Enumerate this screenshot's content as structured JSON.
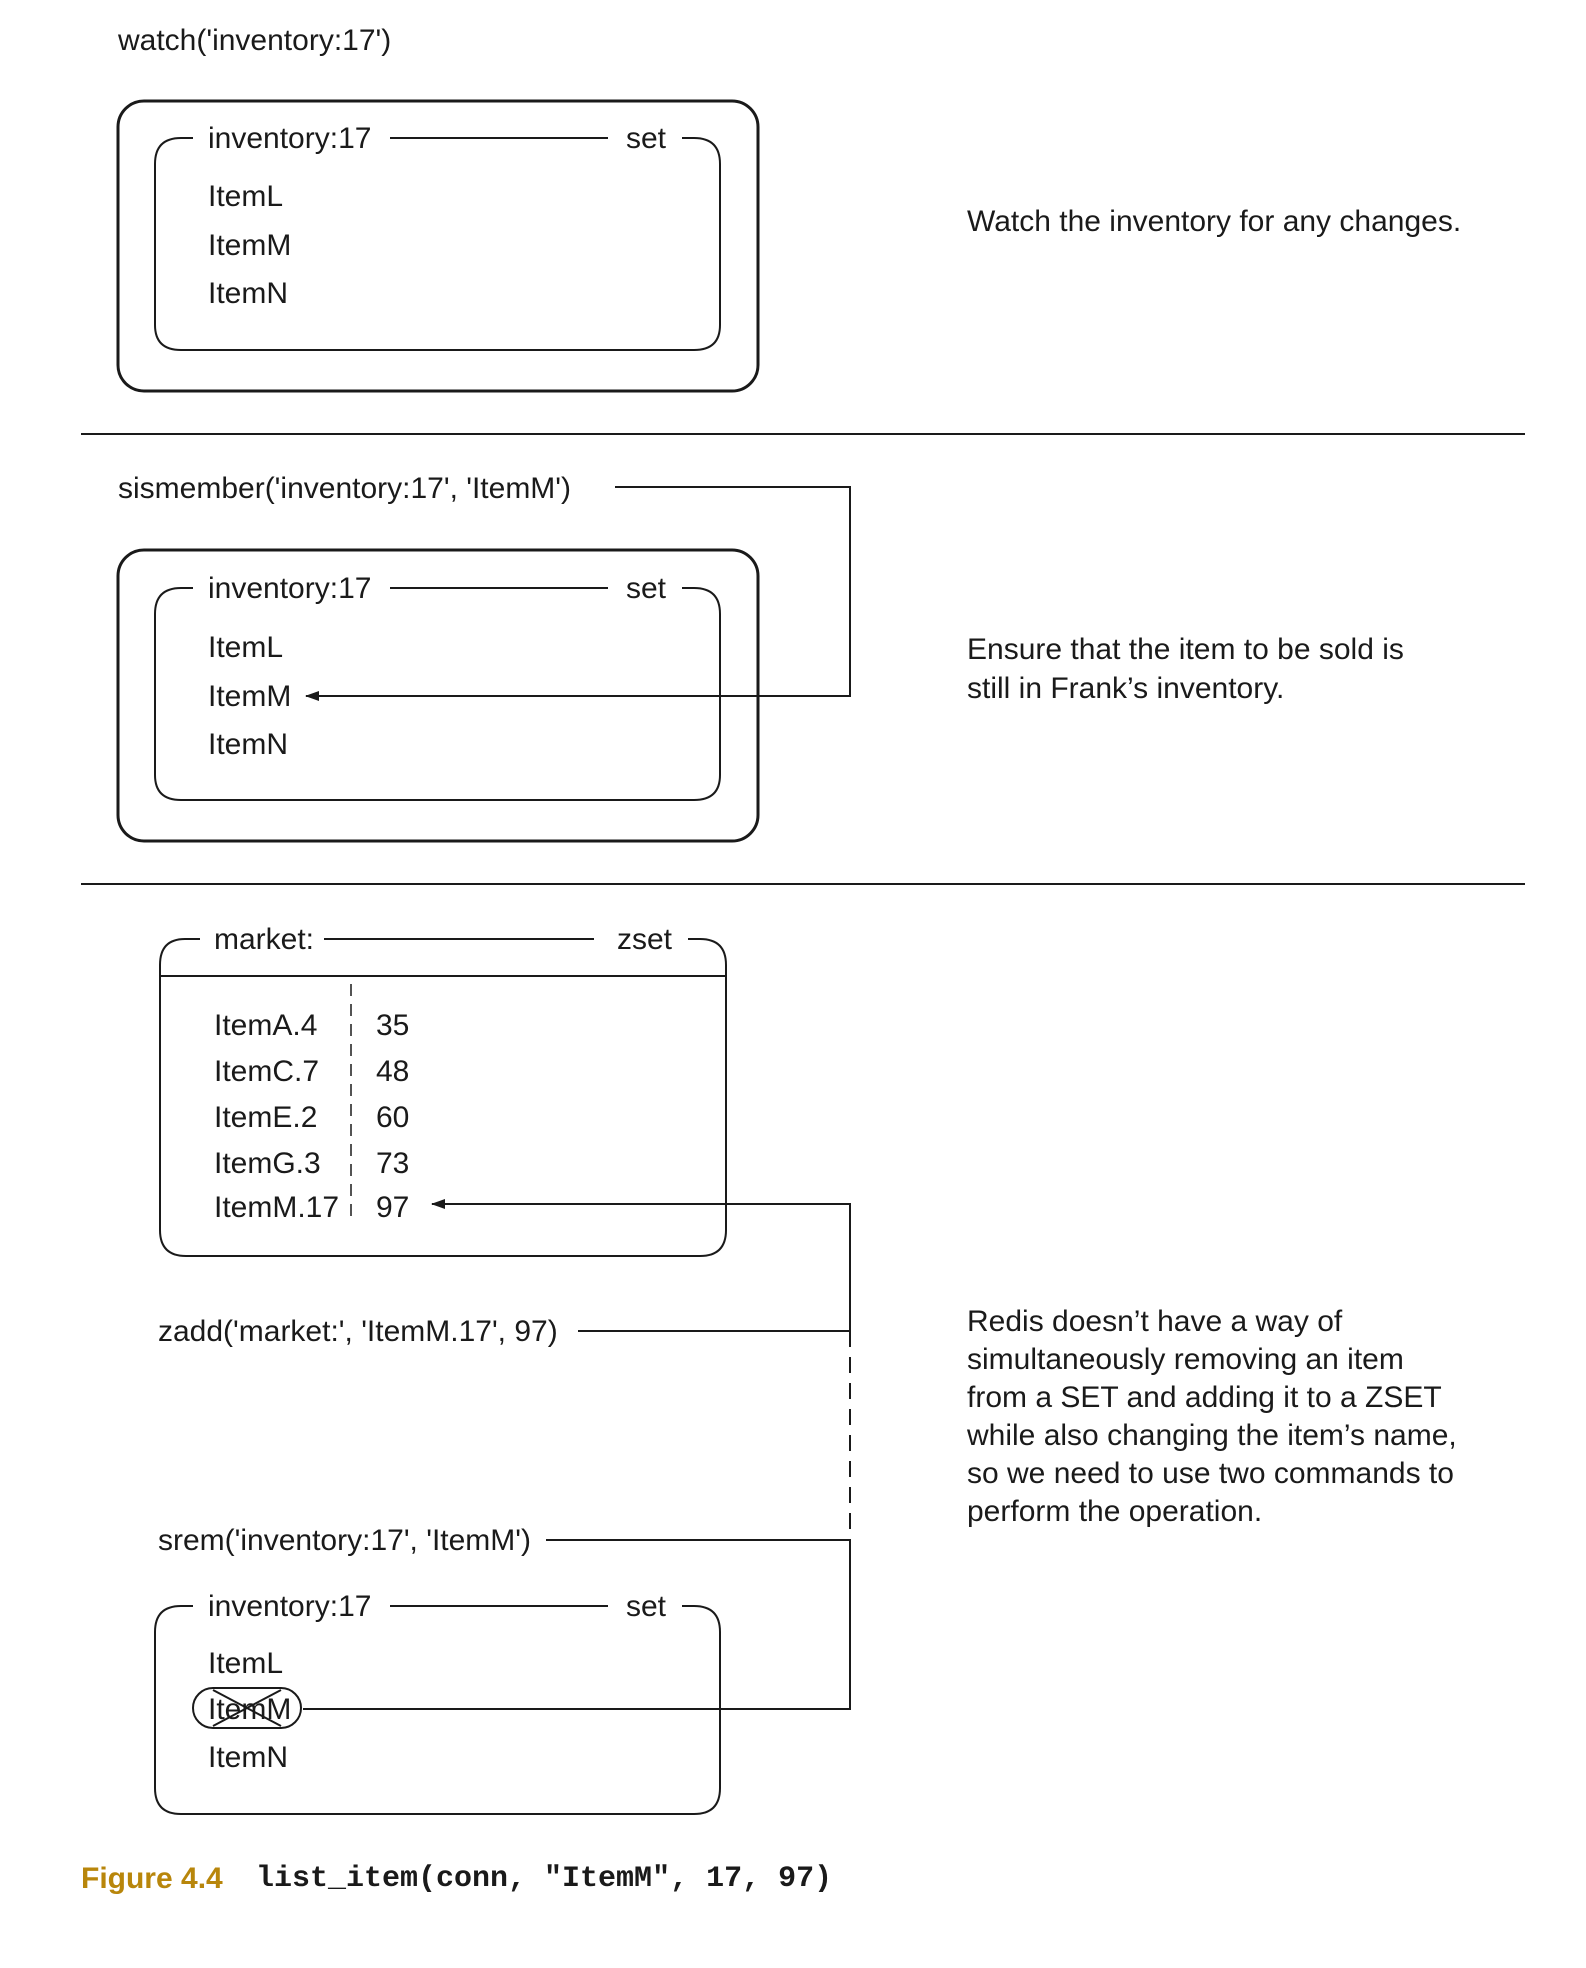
{
  "step1": {
    "command": "watch('inventory:17')",
    "key": "inventory:17",
    "type": "set",
    "items": [
      "ItemL",
      "ItemM",
      "ItemN"
    ],
    "note": "Watch the inventory for any changes."
  },
  "step2": {
    "command": "sismember('inventory:17', 'ItemM')",
    "key": "inventory:17",
    "type": "set",
    "items": [
      "ItemL",
      "ItemM",
      "ItemN"
    ],
    "note_lines": [
      "Ensure that the item to be sold is",
      "still in Frank’s inventory."
    ]
  },
  "step3": {
    "market_key": "market:",
    "market_type": "zset",
    "market_members": [
      "ItemA.4",
      "ItemC.7",
      "ItemE.2",
      "ItemG.3",
      "ItemM.17"
    ],
    "market_scores": [
      "35",
      "48",
      "60",
      "73",
      "97"
    ],
    "zadd_command": "zadd('market:', 'ItemM.17', 97)",
    "srem_command": "srem('inventory:17', 'ItemM')",
    "key": "inventory:17",
    "type": "set",
    "items": [
      "ItemL",
      "ItemM",
      "ItemN"
    ],
    "note_lines": [
      "Redis doesn’t have a way of",
      "simultaneously removing an item",
      "from a SET and adding it to a ZSET",
      "while also changing the item’s name,",
      "so we need to use two commands to",
      "perform the operation."
    ]
  },
  "caption": {
    "label": "Figure 4.4",
    "code": "list_item(conn, \"ItemM\", 17, 97)"
  }
}
